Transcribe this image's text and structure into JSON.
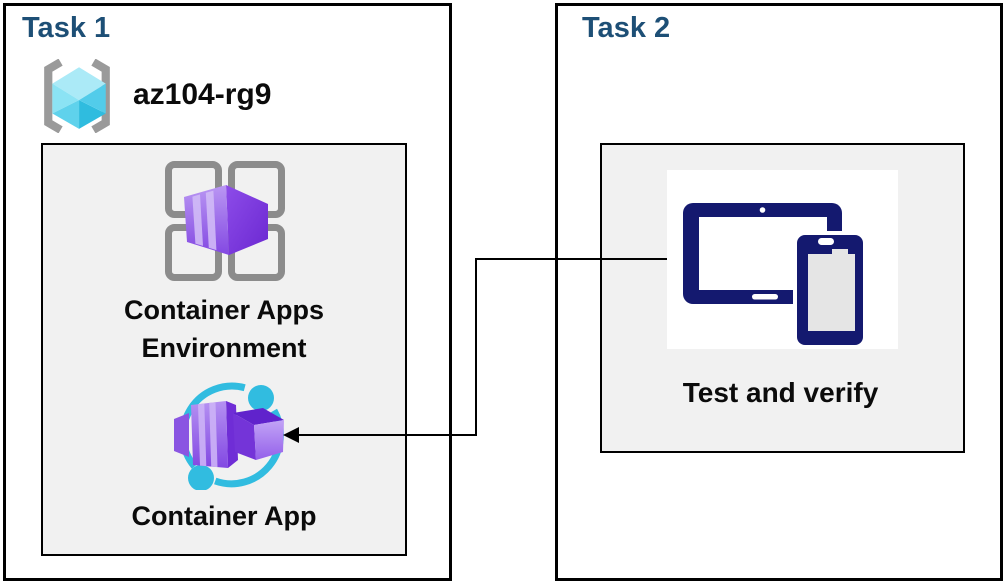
{
  "task1": {
    "title": "Task 1",
    "resource_group": {
      "name": "az104-rg9",
      "icon": "azure-resource-group-icon"
    },
    "items": [
      {
        "id": "container-apps-environment",
        "label": "Container Apps Environment",
        "icon": "container-apps-environment-icon"
      },
      {
        "id": "container-app",
        "label": "Container App",
        "icon": "container-app-icon"
      }
    ]
  },
  "task2": {
    "title": "Task 2",
    "items": [
      {
        "id": "test-and-verify",
        "label": "Test and verify",
        "icon": "tablet-and-phone-icon"
      }
    ]
  },
  "connector": {
    "from": "test-and-verify",
    "to": "container-app",
    "shape": "elbow",
    "arrowhead": "left",
    "color": "#000000"
  },
  "colors": {
    "task_title": "#1D4F76",
    "panel_background": "#F1F1F1",
    "box_border": "#000000",
    "device_navy": "#14196F",
    "cyan_accent": "#31BCE0",
    "purple_light": "#A782EA",
    "purple_dark": "#7434D8",
    "bracket_gray": "#9A9A9A",
    "grid_gray": "#8C8C8C",
    "resource_cube_cyan": "#5FD2EC"
  }
}
